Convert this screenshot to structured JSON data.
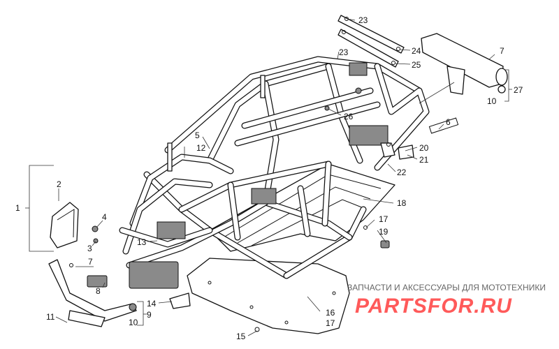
{
  "diagram": {
    "callouts": {
      "c1": "1",
      "c2": "2",
      "c3": "3",
      "c4": "4",
      "c5": "5",
      "c6": "6",
      "c7a": "7",
      "c7b": "7",
      "c8": "8",
      "c9": "9",
      "c10a": "10",
      "c10b": "10",
      "c11": "11",
      "c12": "12",
      "c13": "13",
      "c14": "14",
      "c15": "15",
      "c16": "16",
      "c17a": "17",
      "c17b": "17",
      "c18": "18",
      "c19": "19",
      "c20": "20",
      "c21": "21",
      "c22": "22",
      "c23a": "23",
      "c23b": "23",
      "c24": "24",
      "c25": "25",
      "c26": "26",
      "c27": "27"
    }
  },
  "watermark": {
    "caption": "ЗАПЧАСТИ И АКСЕССУАРЫ ДЛЯ МОТОТЕХНИКИ",
    "logo": "PARTSFOR.RU",
    "color": "#ff5a5a"
  },
  "colors": {
    "line": "#111111",
    "background": "#ffffff"
  }
}
